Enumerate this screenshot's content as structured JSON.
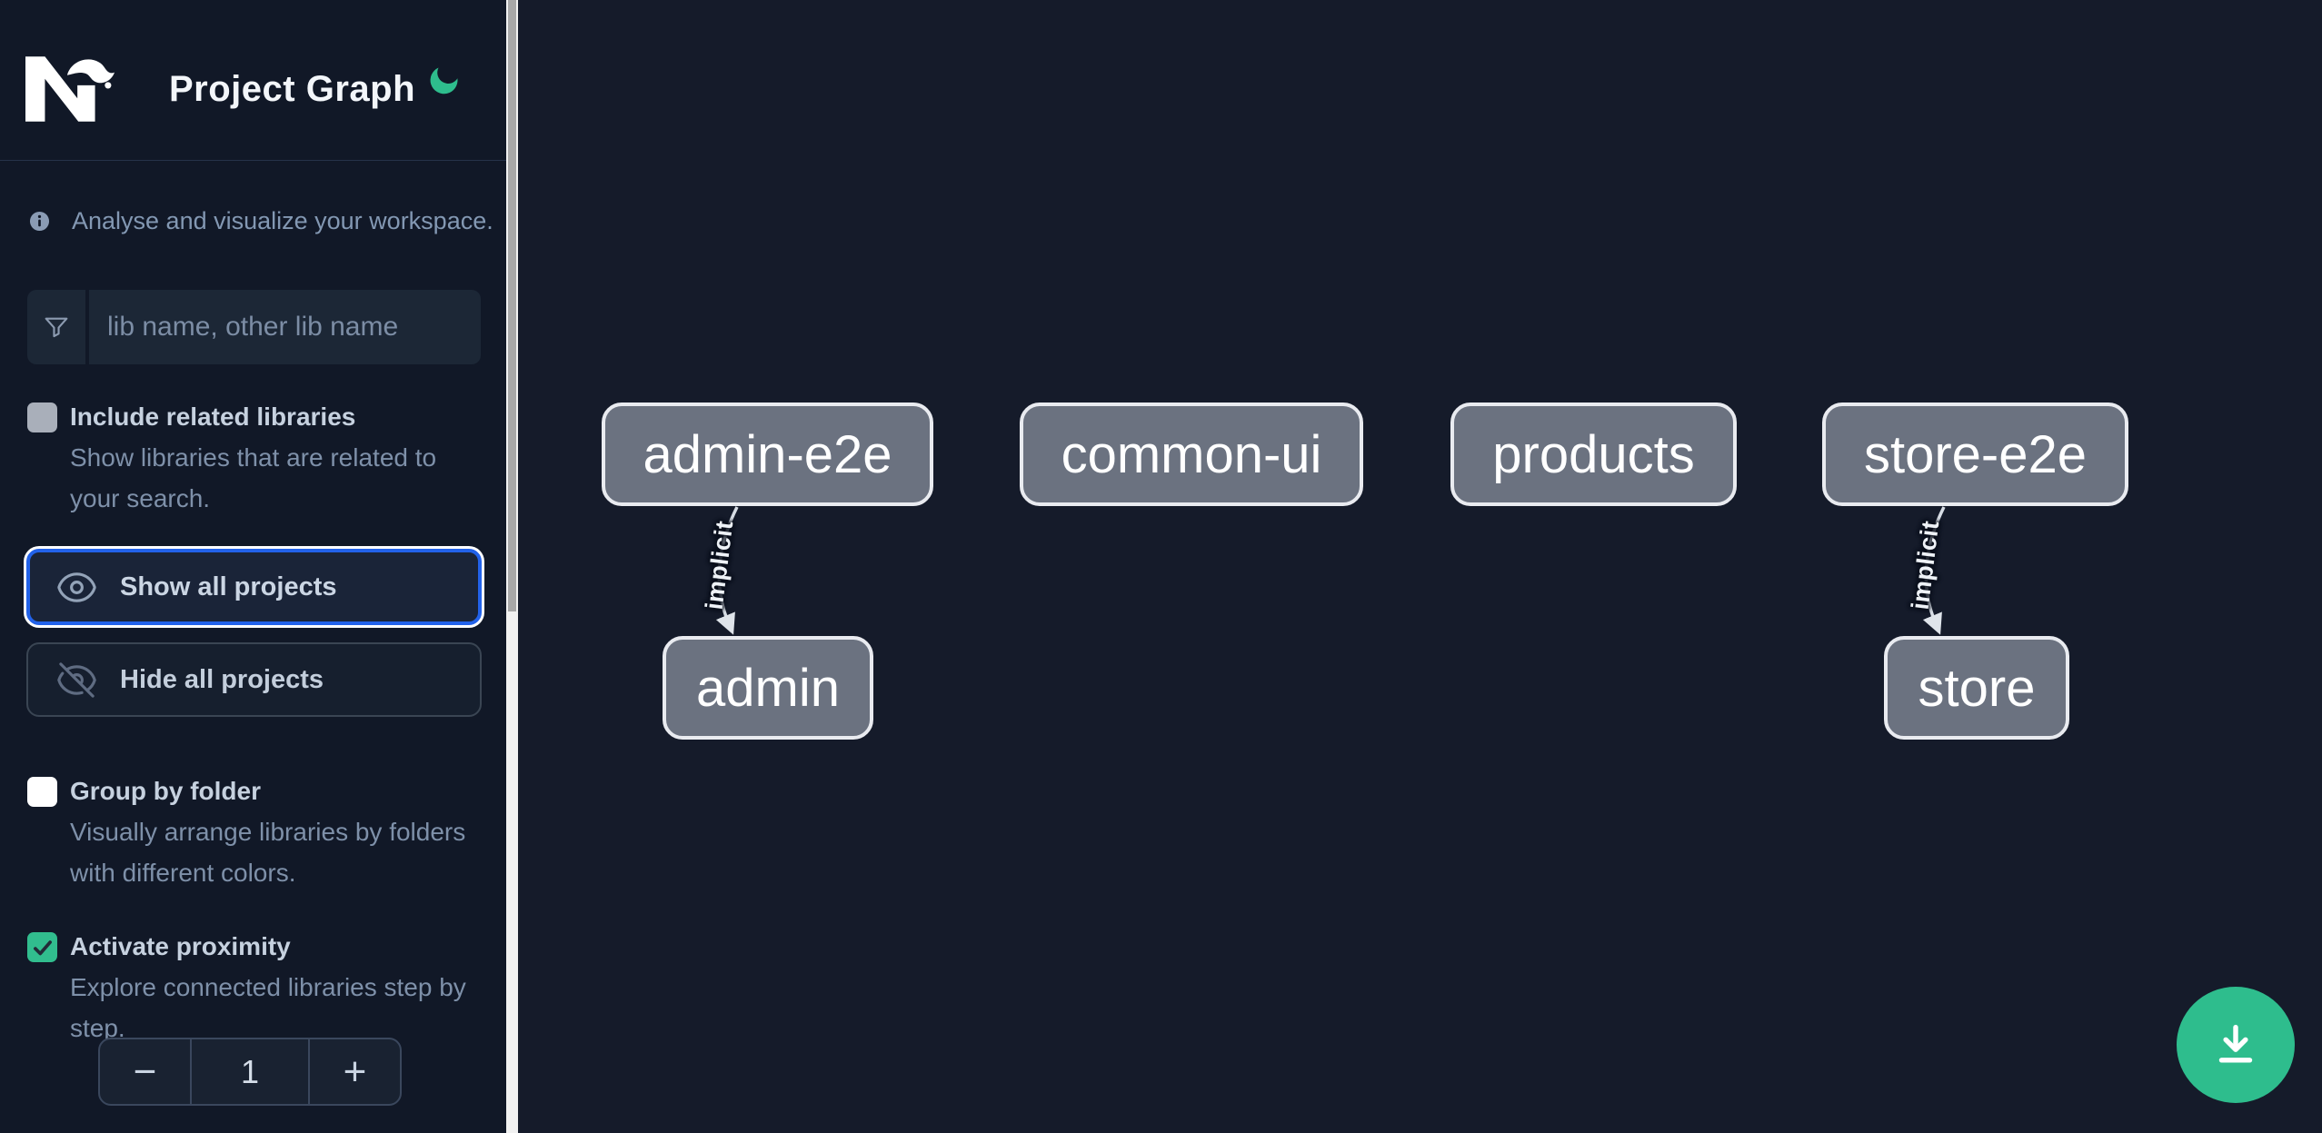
{
  "app": {
    "title": "Project Graph"
  },
  "sidebar": {
    "intro": "Analyse and visualize your workspace.",
    "filter": {
      "placeholder": "lib name, other lib name",
      "value": ""
    },
    "options": [
      {
        "label": "Include related libraries",
        "description": "Show libraries that are related to your search.",
        "checked": false
      },
      {
        "label": "Group by folder",
        "description": "Visually arrange libraries by folders with different colors.",
        "checked": false
      },
      {
        "label": "Activate proximity",
        "description": "Explore connected libraries step by step.",
        "checked": true
      }
    ],
    "actions": {
      "show_all": "Show all projects",
      "hide_all": "Hide all projects"
    },
    "proximity_stepper": {
      "decrement": "−",
      "value": "1",
      "increment": "+"
    }
  },
  "graph": {
    "nodes": [
      {
        "id": "admin-e2e",
        "label": "admin-e2e"
      },
      {
        "id": "common-ui",
        "label": "common-ui"
      },
      {
        "id": "products",
        "label": "products"
      },
      {
        "id": "store-e2e",
        "label": "store-e2e"
      },
      {
        "id": "admin",
        "label": "admin"
      },
      {
        "id": "store",
        "label": "store"
      }
    ],
    "edges": [
      {
        "source": "admin-e2e",
        "target": "admin",
        "label": "implicit"
      },
      {
        "source": "store-e2e",
        "target": "store",
        "label": "implicit"
      }
    ]
  },
  "fab": {
    "icon": "download-icon"
  },
  "colors": {
    "sidebar_bg": "#111827",
    "canvas_bg": "#151B2A",
    "accent_green": "#2EBD8D",
    "focus_blue": "#2262EA",
    "node_fill": "#6B7280",
    "node_border": "#E9EBF0",
    "edge": "#D7DDE5",
    "text_primary": "#C6D1DF",
    "text_secondary": "#7E90A9"
  }
}
